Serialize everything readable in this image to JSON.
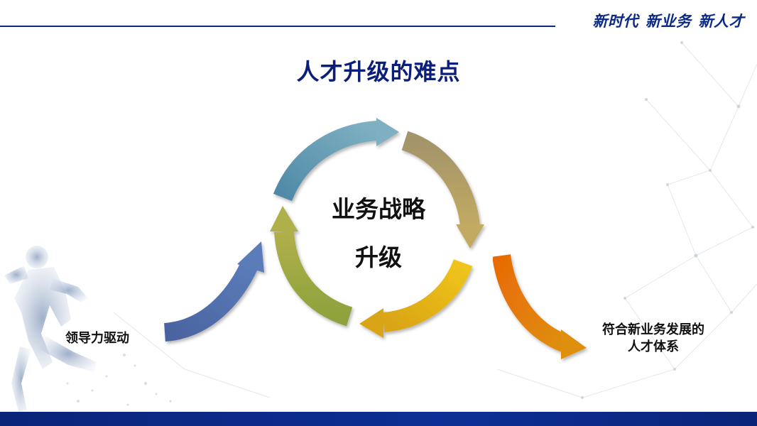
{
  "header": {
    "slogan": [
      "新时代",
      "新业务",
      "新人才"
    ],
    "accent_color": "#0b2a86"
  },
  "title": "人才升级的难点",
  "cycle": {
    "center_line1": "业务战略",
    "center_line2": "升级",
    "arrow_colors": [
      "#6d9bb0",
      "#b59f66",
      "#e6b21d",
      "#9cab44"
    ]
  },
  "inputs": {
    "left_label": "领导力驱动",
    "left_arrow_color": "#4a6aa6"
  },
  "outputs": {
    "right_label_line1": "符合新业务发展的",
    "right_label_line2": "人才体系",
    "right_arrow_color": "#e07a0a"
  },
  "footer": {
    "bar_color": "#0b2a86"
  }
}
